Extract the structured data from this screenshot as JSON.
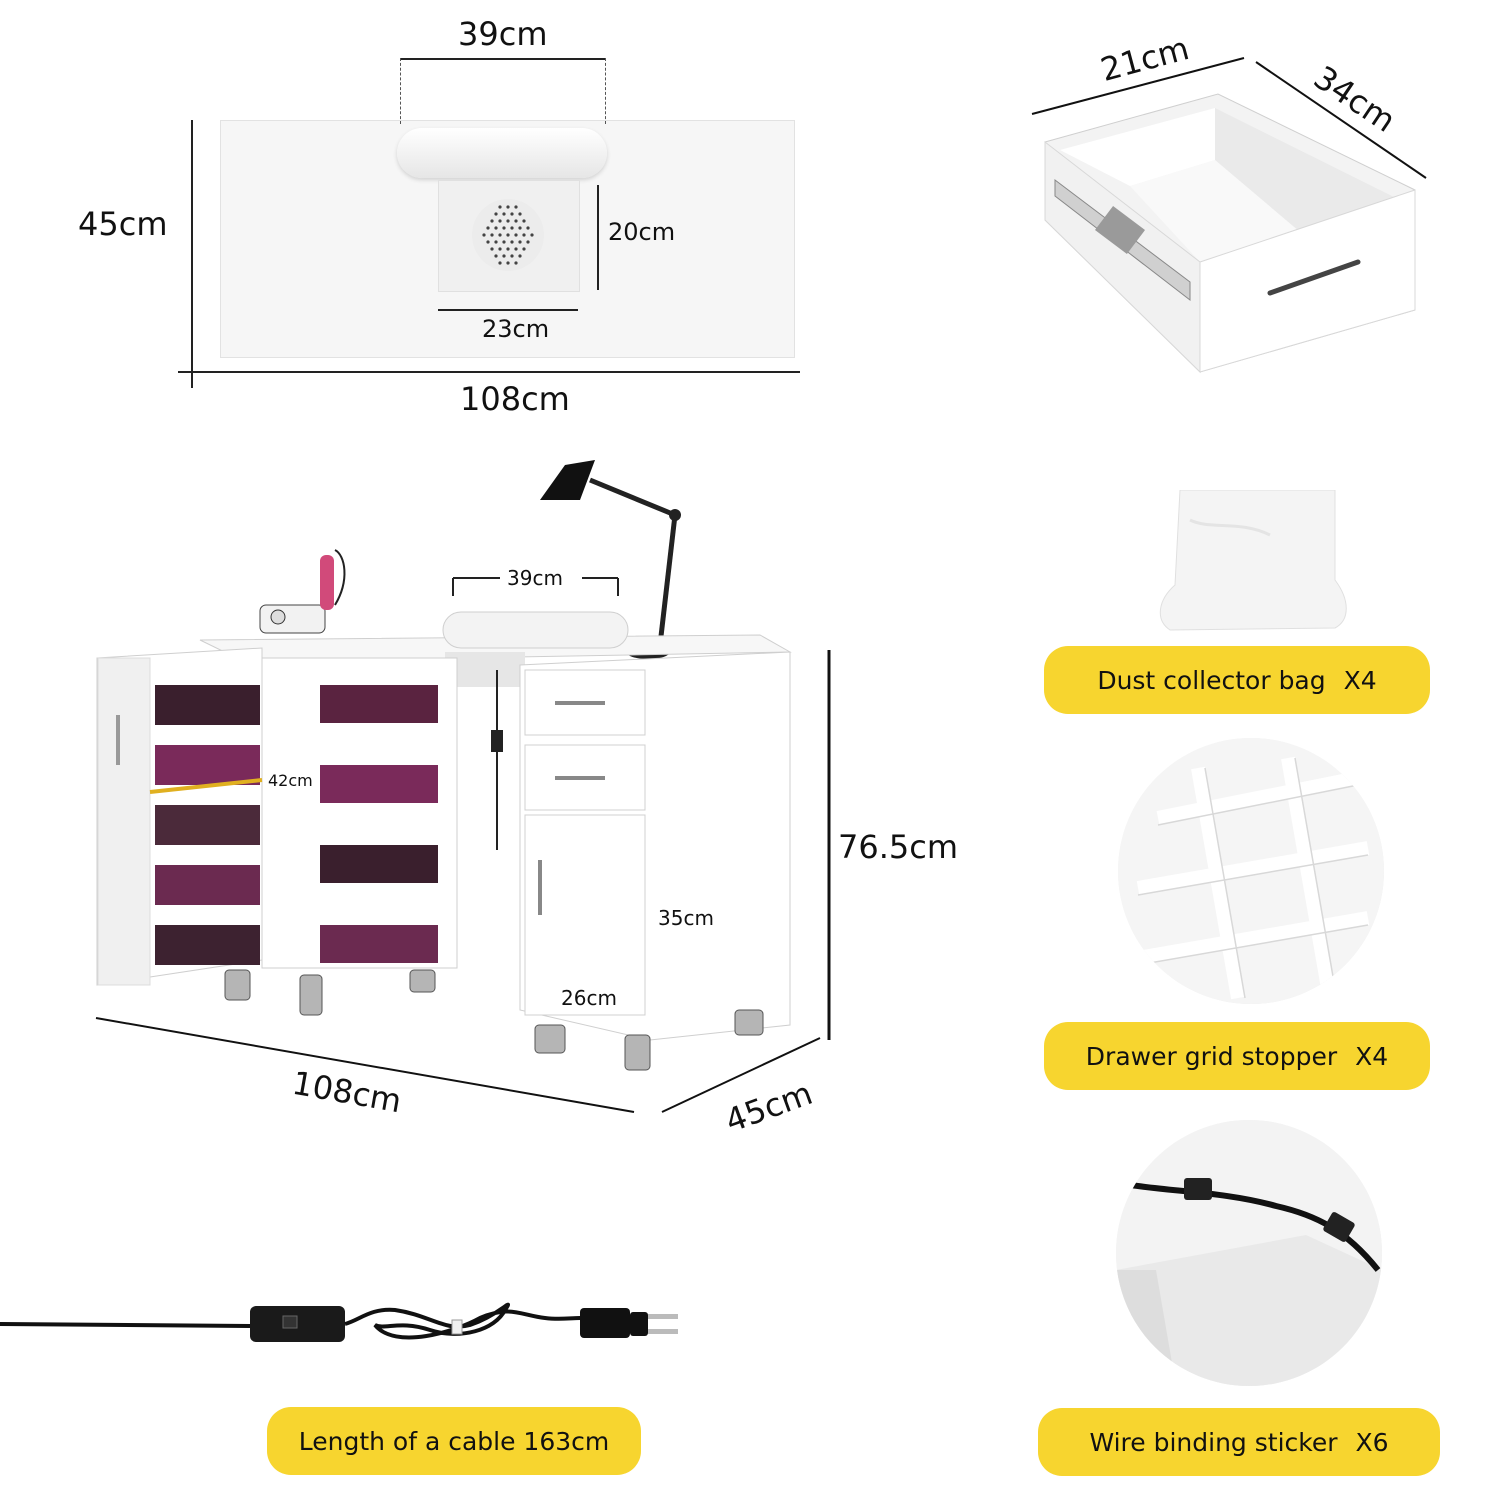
{
  "top_view": {
    "width_label": "108cm",
    "depth_label": "45cm",
    "armrest_label": "39cm",
    "fan_height_label": "20cm",
    "fan_width_label": "23cm"
  },
  "drawer": {
    "width_label": "21cm",
    "depth_label": "34cm"
  },
  "table_view": {
    "armrest_label": "39cm",
    "shelf_label": "42cm",
    "height_label": "76.5cm",
    "cabinet_height_label": "35cm",
    "cabinet_width_label": "26cm",
    "length_label": "108cm",
    "depth_label": "45cm"
  },
  "accessories": [
    {
      "name": "Dust collector bag",
      "qty": "X4",
      "icon": "dust-bag-icon"
    },
    {
      "name": "Drawer grid stopper",
      "qty": "X4",
      "icon": "grid-divider-icon"
    },
    {
      "name": "Wire binding sticker",
      "qty": "X6",
      "icon": "cable-clip-icon"
    }
  ],
  "cable": {
    "label": "Length of a cable 163cm"
  },
  "colors": {
    "pill": "#f7d52f",
    "furniture": "#ffffff",
    "outline": "#222222",
    "highlight": "#e0b020"
  }
}
